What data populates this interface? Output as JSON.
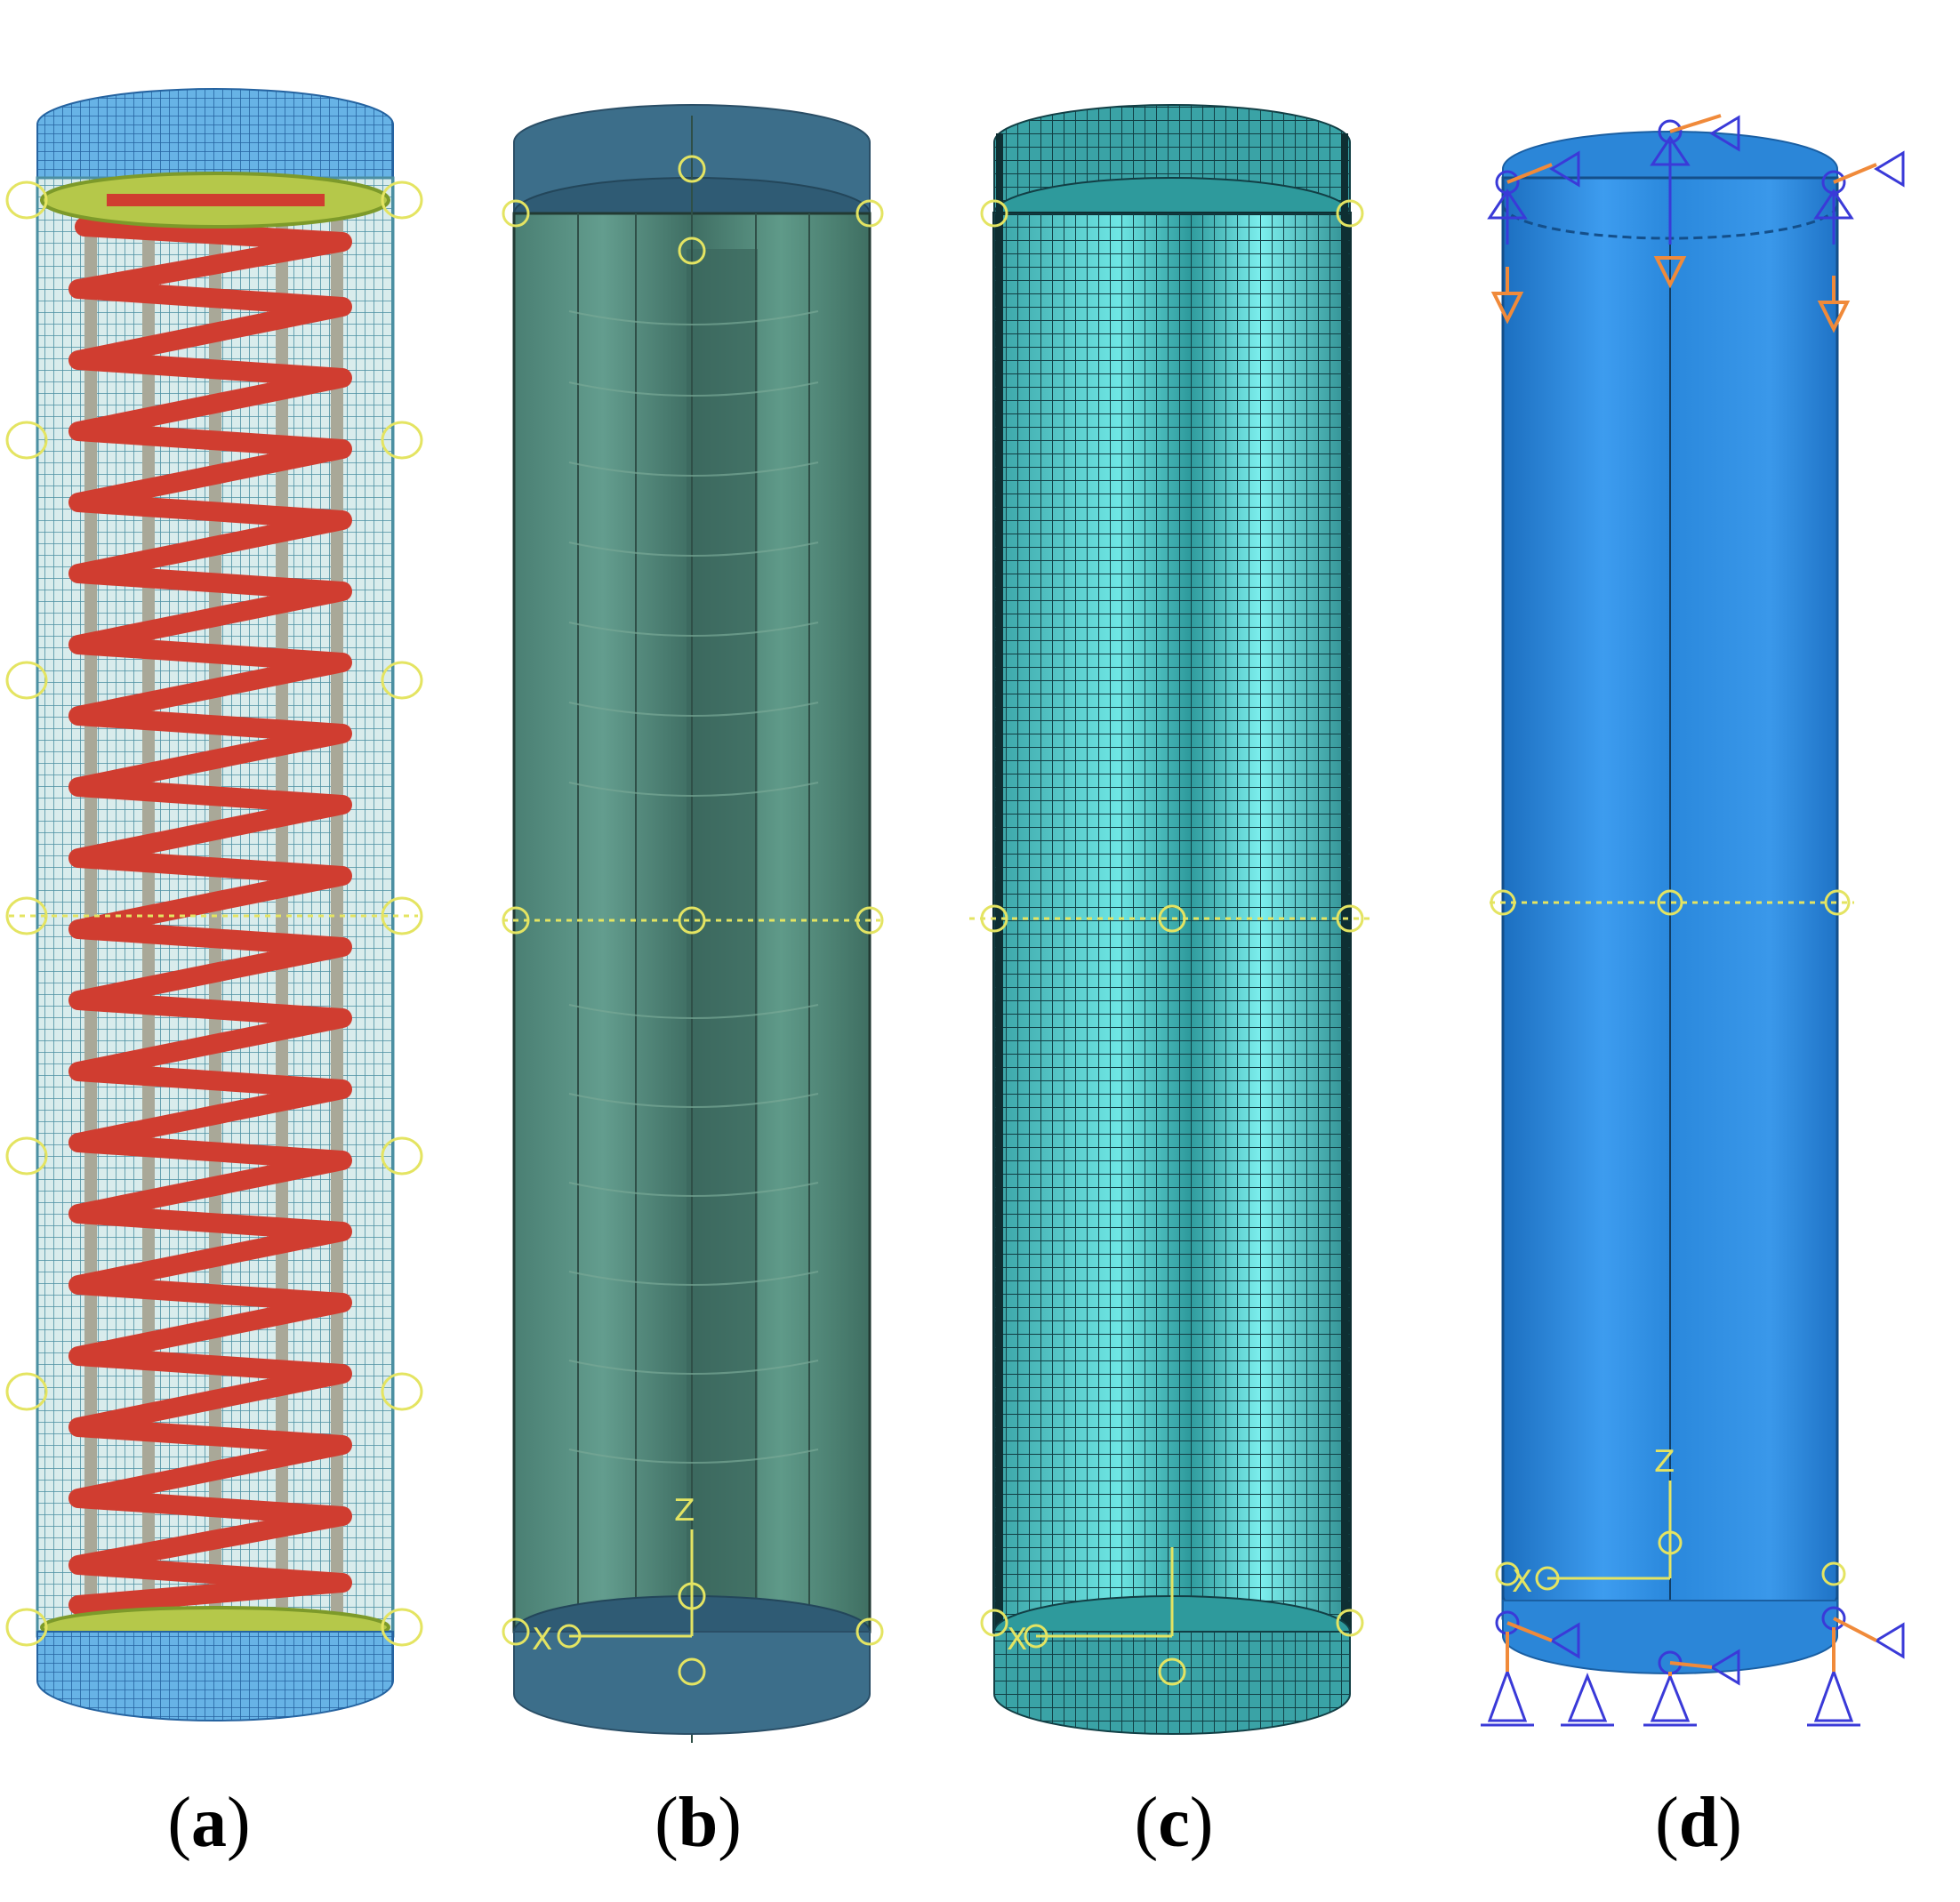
{
  "panels": [
    {
      "id": "a",
      "caption": "a",
      "x_axis_label": "",
      "z_axis_label": ""
    },
    {
      "id": "b",
      "caption": "b",
      "x_axis_label": "X",
      "z_axis_label": "Z"
    },
    {
      "id": "c",
      "caption": "c",
      "x_axis_label": "X",
      "z_axis_label": ""
    },
    {
      "id": "d",
      "caption": "d",
      "x_axis_label": "X",
      "z_axis_label": "Z"
    }
  ],
  "colors": {
    "blue_cap": "#3d8fd0",
    "green_body": "#5c9a86",
    "cyan_mesh": "#5fd6d6",
    "solid_blue": "#2b86d8",
    "spiral_red": "#d03d30",
    "construction_yellow": "#e4e462",
    "load_orange": "#f08a3a",
    "bc_blue": "#3a3ad8"
  }
}
